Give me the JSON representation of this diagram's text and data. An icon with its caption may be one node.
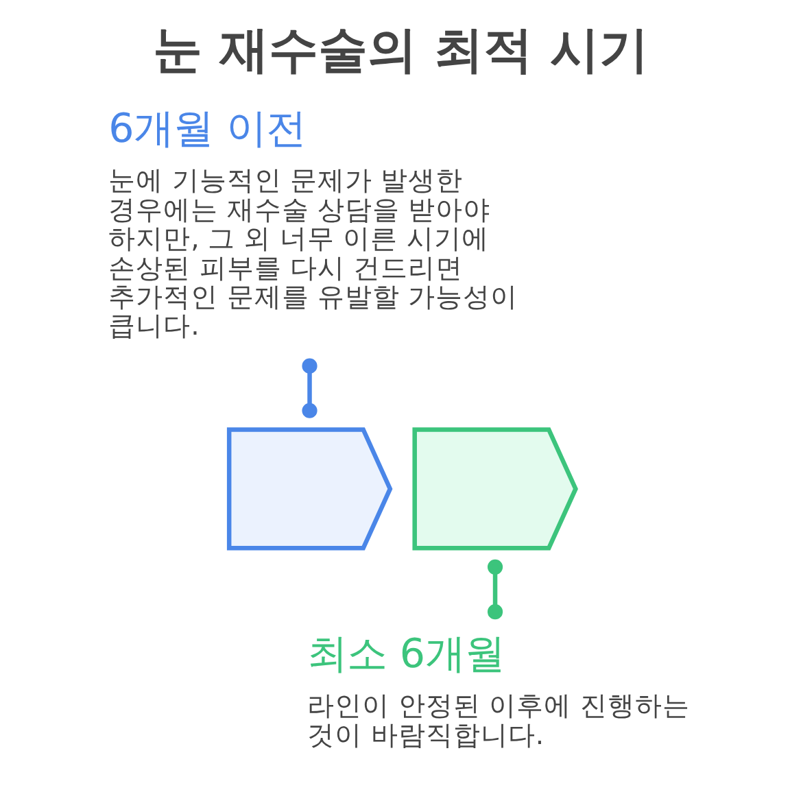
{
  "diagram": {
    "title": "눈 재수술의 최적 시기",
    "nodes": [
      {
        "text": [
          "6개월 이전",
          "눈에 기능적인 문제가 발생한 경우에는 재수술 상담을 받아야 하지만, 그 외 너무 이른 시기에 손상된 피부를 다시 건드리면 추가적인 문제를 유발할 가능성이 큽니다."
        ]
      },
      {
        "text": [],
        "shape": "chevron"
      },
      {
        "text": [],
        "shape": "chevron"
      },
      {
        "text": [
          "최소 6개월",
          "라인이 안정된 이후에 진행하는 것이 바람직합니다."
        ]
      }
    ],
    "edges": [
      {
        "from": 0,
        "to": 1,
        "arrow": "other",
        "color": "#4a86e8"
      },
      {
        "from": 2,
        "to": 3,
        "arrow": "other",
        "color": "#3cc47c"
      }
    ]
  }
}
